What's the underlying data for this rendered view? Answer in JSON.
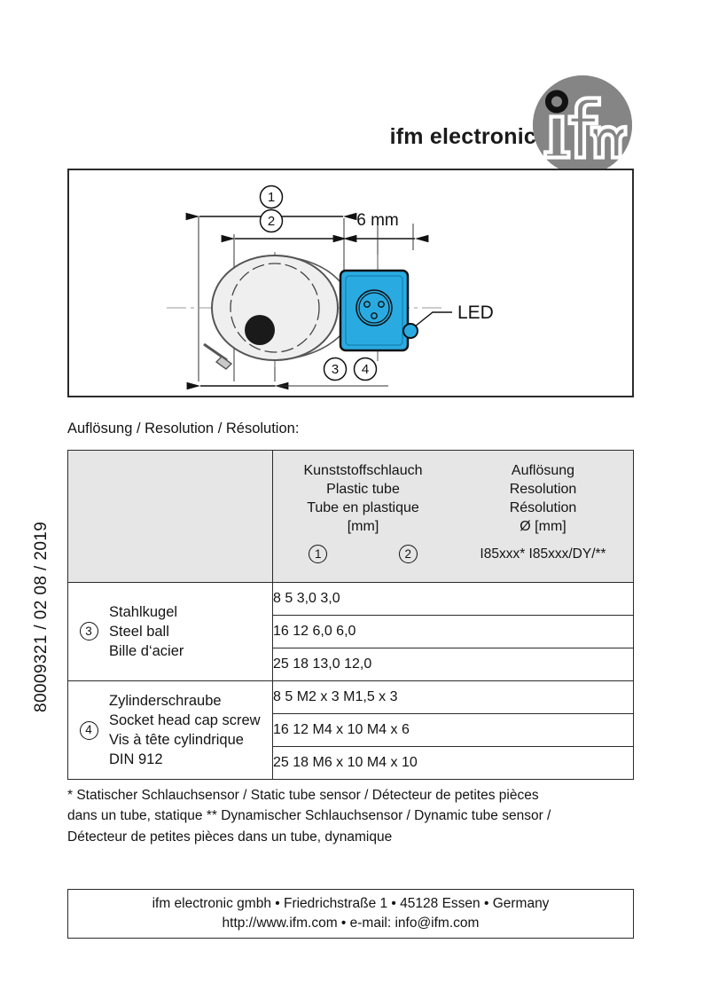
{
  "header": {
    "brand": "ifm electronic",
    "logo_alt": "ifm-logo",
    "logo_color": "#858585"
  },
  "drawing": {
    "dim_callout_1": "1",
    "dim_callout_2": "2",
    "dim_6mm": "6 mm",
    "led_label": "LED",
    "callout_3": "3",
    "callout_4": "4",
    "sensor_color": "#29ABE2",
    "tube_color": "#efefef"
  },
  "caption": "Auflösung / Resolution / Résolution:",
  "table": {
    "header": {
      "col_tube": {
        "line1": "Kunststoffschlauch",
        "line2": "Plastic tube",
        "line3": "Tube en plastique",
        "line4": "[mm]"
      },
      "col_resolution": {
        "line1": "Auflösung",
        "line2": "Resolution",
        "line3": "Résolution",
        "line4": "Ø [mm]"
      },
      "sub_1": "1",
      "sub_2": "2",
      "sub_models": "I85xxx* I85xxx/DY/**"
    },
    "groups": [
      {
        "marker": "3",
        "label_de": "Stahlkugel",
        "label_en": "Steel ball",
        "label_fr": "Bille d‘acier",
        "label_extra": "",
        "rows": [
          "8 5 3,0 3,0",
          "16 12 6,0 6,0",
          "25 18 13,0 12,0"
        ]
      },
      {
        "marker": "4",
        "label_de": "Zylinderschraube",
        "label_en": "Socket head cap screw",
        "label_fr": "Vis à tête cylindrique",
        "label_extra": "DIN 912",
        "rows": [
          "8 5 M2 x 3 M1,5 x 3",
          "16 12 M4 x 10 M4 x 6",
          "25 18 M6 x 10 M4 x 10"
        ]
      }
    ]
  },
  "footnote": {
    "line1": "* Statischer Schlauchsensor / Static tube sensor / Détecteur de petites pièces",
    "line2": "dans un tube, statique   ** Dynamischer Schlauchsensor / Dynamic tube sensor /",
    "line3": "Détecteur de petites pièces dans un tube, dynamique"
  },
  "address": {
    "line1": "ifm electronic gmbh • Friedrichstraße 1 • 45128 Essen • Germany",
    "line2": "http://www.ifm.com  •  e-mail: info@ifm.com"
  },
  "doc_number": "80009321 / 02  08 / 2019"
}
